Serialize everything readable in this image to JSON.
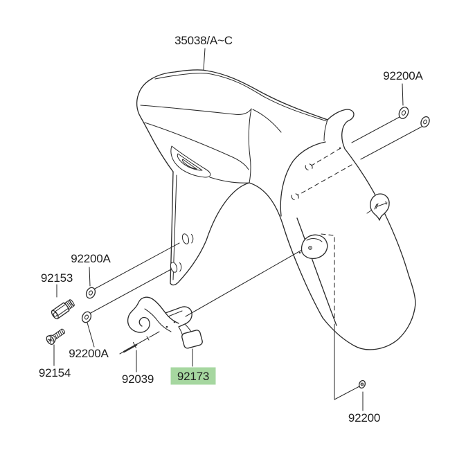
{
  "colors": {
    "background": "#ffffff",
    "line": "#2d2d2d",
    "label_text": "#1e1e1e",
    "highlight_bg": "#a6d7a0"
  },
  "diagram": {
    "type": "exploded-parts-diagram",
    "subject": "front fender assembly",
    "highlighted_part": "92173"
  },
  "parts": {
    "front_fender": {
      "label": "35038/A~C"
    },
    "washer_top_right": {
      "label": "92200A"
    },
    "washer_left_upper": {
      "label": "92200A"
    },
    "collar": {
      "label": "92153"
    },
    "washer_left_lower": {
      "label": "92200A"
    },
    "screw": {
      "label": "92154"
    },
    "pin": {
      "label": "92039"
    },
    "bracket": {
      "label": "92173"
    },
    "washer_bottom_right": {
      "label": "92200"
    }
  }
}
